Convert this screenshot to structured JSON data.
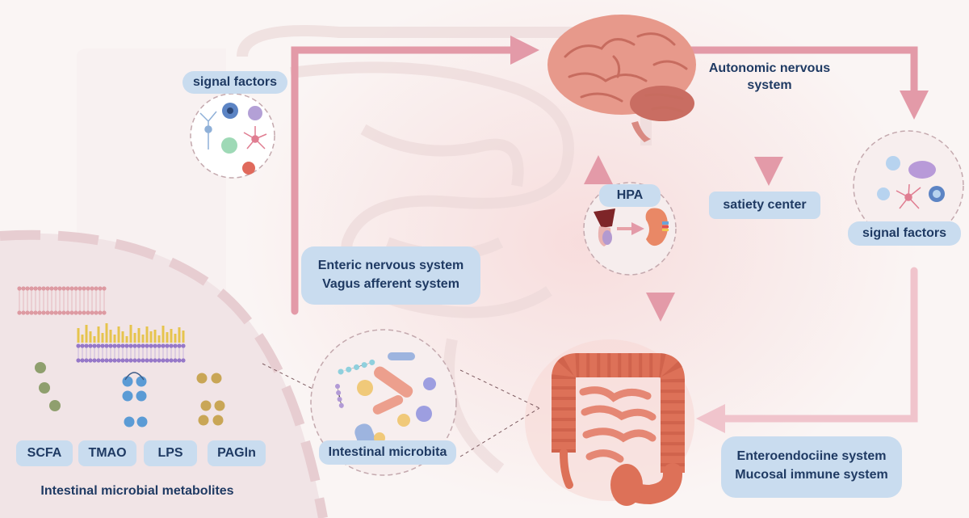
{
  "labels": {
    "signal_factors_left": "signal factors",
    "signal_factors_right": "signal factors",
    "autonomic_line1": "Autonomic nervous",
    "autonomic_line2": "system",
    "satiety_center": "satiety center",
    "hpa": "HPA",
    "enteric_line1": "Enteric nervous system",
    "enteric_line2": "Vagus afferent system",
    "microbita": "Intestinal microbita",
    "entero_line1": "Enteroendociine system",
    "entero_line2": "Mucosal immune system",
    "metabolites_title": "Intestinal microbial metabolites",
    "metabolites": [
      "SCFA",
      "TMAO",
      "LPS",
      "PAGln"
    ]
  },
  "colors": {
    "arrow": "#e39aa8",
    "pill_bg": "#c9dcef",
    "text": "#1f3a63",
    "brain": "#e7998b",
    "colon": "#dd7158",
    "membrane_head": "#dd9aa2",
    "bead_green": "#8f9f6e",
    "bead_blue": "#5b9bd5",
    "bead_gold": "#c9a656"
  },
  "icons": [
    "brain-icon",
    "colon-icon",
    "kidney-icon",
    "pituitary-icon",
    "neuron-icon",
    "bacteria-icon",
    "cell-membrane-icon"
  ]
}
